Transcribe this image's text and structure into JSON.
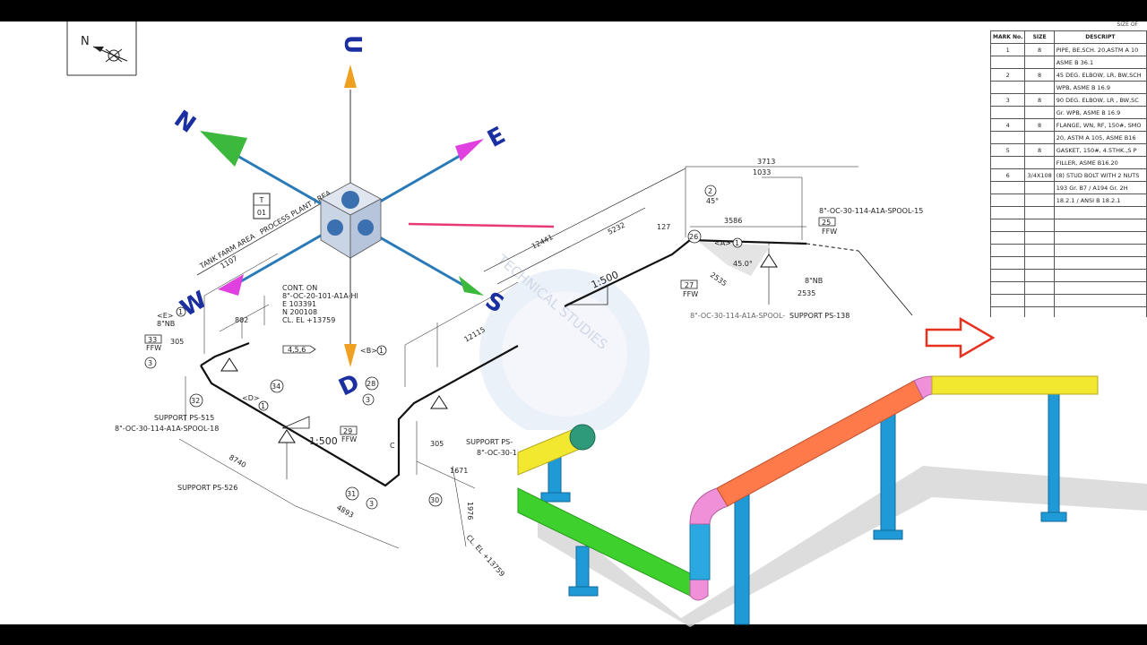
{
  "compass": {
    "labels": {
      "up": "U",
      "down": "D",
      "north": "N",
      "south": "S",
      "east": "E",
      "west": "W"
    },
    "north_marker": "N",
    "cube_faces": [
      "PROCESS PLANT AREA"
    ]
  },
  "areas": {
    "tank_farm": "TANK FARM AREA",
    "process_plant": "PROCESS PLANT AREA"
  },
  "tag_box": {
    "top": "T",
    "bottom": "01"
  },
  "drawing": {
    "scale_1": "1:500",
    "scale_2": "1:500",
    "cont_on": [
      "CONT. ON",
      "8\"-OC-20-101-A1A-HI",
      "E 103391",
      "N 200108",
      "CL. EL +13759"
    ],
    "spool_15": "8\"-OC-30-114-A1A-SPOOL-15",
    "spool_18": "8\"-OC-30-114-A1A-SPOOL-18",
    "spool_mid": "8\"-OC-30-114-A1A-SPOOL-",
    "support_ps515": "SUPPORT PS-515",
    "support_ps526": "SUPPORT PS-526",
    "support_ps138": "SUPPORT PS-138",
    "support_ps_mid": "SUPPORT PS-",
    "cl_el": "CL. EL +13759",
    "nb_8": "8\"NB",
    "nb_8_left": "8\"NB",
    "ffw": "FFW",
    "angle_45": "45.0°",
    "dims": {
      "d3713": "3713",
      "d1033": "1033",
      "d3586": "3586",
      "d5232": "5232",
      "d12441": "12441",
      "d127": "127",
      "d2535a": "2535",
      "d2535b": "2535",
      "d1107": "1107",
      "d802": "802",
      "d305a": "305",
      "d305b": "305",
      "d8740": "8740",
      "d4893": "4893",
      "d1671": "1671",
      "d1976": "1976",
      "d12115": "12115"
    },
    "callouts": {
      "c2": "2",
      "c45": "45°",
      "c26": "26",
      "c1a": "1",
      "cA": "<A>",
      "c25": "25",
      "c27": "27",
      "c1b": "1",
      "cE": "<E>",
      "c33": "33",
      "c3a": "3",
      "c32": "32",
      "c34": "34",
      "c456": "4,5,6",
      "cD": "<D>",
      "c1c": "1",
      "cB": "<B>",
      "c1d": "1",
      "c28": "28",
      "c3b": "3",
      "c29": "29",
      "c31": "31",
      "c3c": "3",
      "c30": "30",
      "cC": "C"
    }
  },
  "watermark": "TECHNICAL STUDIES",
  "bom": {
    "header_top": "SIZE OF",
    "columns": [
      "MARK No.",
      "SIZE",
      "DESCRIPT"
    ],
    "rows": [
      [
        "1",
        "8",
        "PIPE, BE,SCH. 20,ASTM A 10"
      ],
      [
        "",
        "",
        "ASME B 36.1"
      ],
      [
        "2",
        "8",
        "45 DEG. ELBOW, LR, BW,SCH"
      ],
      [
        "",
        "",
        "WPB, ASME B 16.9"
      ],
      [
        "3",
        "8",
        "90 DEG. ELBOW, LR , BW,SC"
      ],
      [
        "",
        "",
        "Gr. WPB, ASME B 16.9"
      ],
      [
        "4",
        "8",
        "FLANGE, WN, RF, 150#, SMO"
      ],
      [
        "",
        "",
        "20, ASTM A 105, ASME B16"
      ],
      [
        "5",
        "8",
        "GASKET, 150#, 4.5THK.,S P"
      ],
      [
        "",
        "",
        "FILLER, ASME B16.20"
      ],
      [
        "6",
        "3/4X108",
        "(8) STUD BOLT WITH 2 NUTS"
      ],
      [
        "",
        "",
        "193 Gr. B7 / A194 Gr. 2H"
      ],
      [
        "",
        "",
        "18.2.1 / ANSI B 18.2.1"
      ],
      [
        "",
        "",
        ""
      ],
      [
        "",
        "",
        ""
      ],
      [
        "",
        "",
        ""
      ],
      [
        "",
        "",
        ""
      ],
      [
        "",
        "",
        ""
      ],
      [
        "",
        "",
        ""
      ],
      [
        "",
        "",
        ""
      ],
      [
        "",
        "",
        ""
      ],
      [
        "",
        "",
        ""
      ]
    ]
  },
  "colors": {
    "up_down_cone": "#f0a020",
    "north_cone": "#3cb83c",
    "east_west_cone": "#e040e0",
    "south_cone": "#3cb83c",
    "compass_label": "#1b2fa0",
    "axis_line": "#2a7ab8",
    "pipe_yellow": "#f2e830",
    "pipe_green": "#3ed12e",
    "pipe_orange": "#ff7a4a",
    "pipe_pink": "#f090d8",
    "pipe_blue": "#2aa8e0",
    "support_blue": "#1f9ad6",
    "arrow_red": "#e8301e",
    "pink_line": "#e83a72"
  }
}
